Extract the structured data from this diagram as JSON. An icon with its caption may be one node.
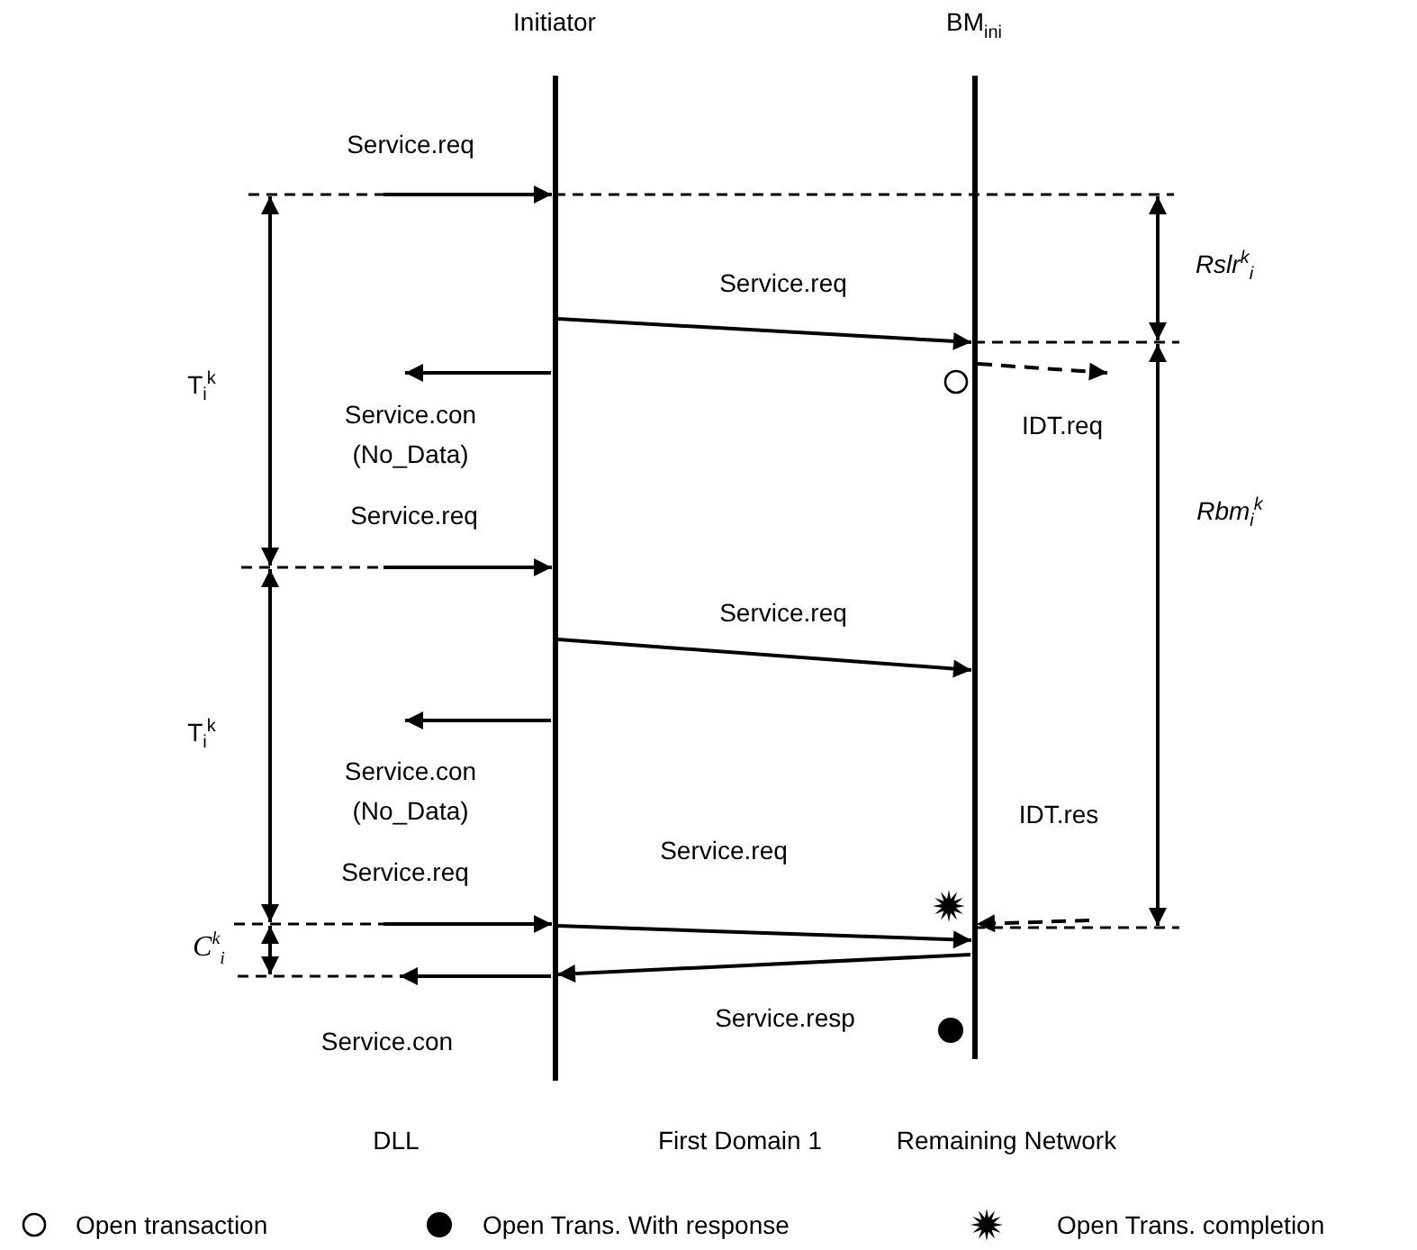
{
  "diagram": {
    "nodes": [
      {
        "text": [
          "Initiator"
        ]
      },
      {
        "text": [
          "BM$_{ini}$"
        ]
      }
    ],
    "edges": [
      {
        "from": null,
        "to": 0,
        "arrow": "to",
        "label": "Service.req"
      },
      {
        "from": 0,
        "to": 1,
        "arrow": "to",
        "label": "Service.req"
      },
      {
        "from": 0,
        "to": null,
        "arrow": "to",
        "label": "Service.con (No_Data)"
      },
      {
        "from": 1,
        "to": null,
        "arrow": "to",
        "label": "IDT.req",
        "style": "dashed"
      },
      {
        "from": null,
        "to": 0,
        "arrow": "to",
        "label": "Service.req"
      },
      {
        "from": 0,
        "to": 1,
        "arrow": "to",
        "label": "Service.req"
      },
      {
        "from": 0,
        "to": null,
        "arrow": "to",
        "label": "Service.con (No_Data)"
      },
      {
        "from": null,
        "to": 0,
        "arrow": "to",
        "label": "Service.req"
      },
      {
        "from": 0,
        "to": 1,
        "arrow": "to",
        "label": "Service.req"
      },
      {
        "from": 1,
        "to": 0,
        "arrow": "to",
        "label": "Service.resp"
      },
      {
        "from": 0,
        "to": null,
        "arrow": "to",
        "label": "Service.con"
      },
      {
        "from": null,
        "to": 1,
        "arrow": "to",
        "label": "IDT.res",
        "style": "dashed"
      }
    ],
    "labels": [
      "Rslr$^{k}$$_{i}$",
      "T$_{i}$$^{k}$",
      "Rbm$_{i}$$^{k}$",
      "T$_{i}$$^{k}$",
      "C$^{k}$$_{i}$",
      "DLL",
      "First Domain 1",
      "Remaining Network"
    ],
    "legend": [
      {
        "text": "Open transaction"
      },
      {
        "text": "Open Trans. With response"
      },
      {
        "text": "Open Trans. completion"
      }
    ]
  }
}
